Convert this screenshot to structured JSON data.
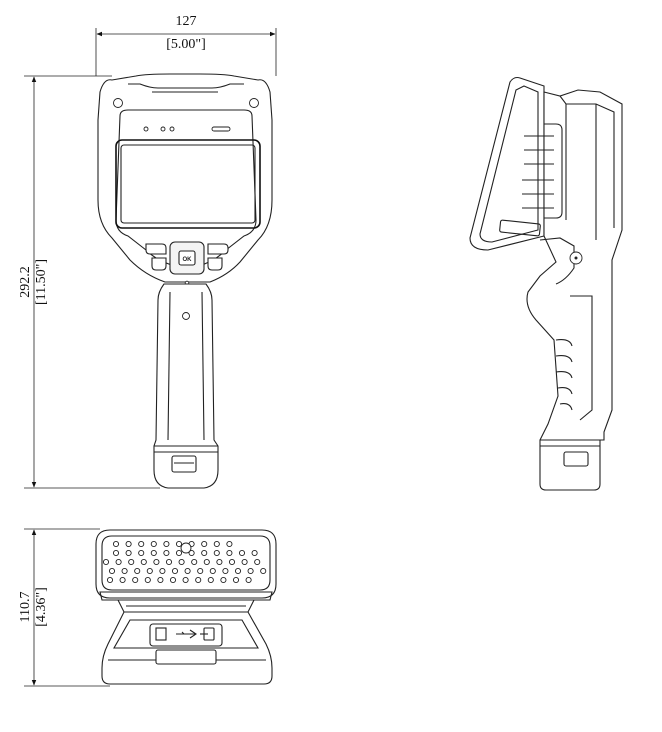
{
  "dimensions": {
    "width_mm": "127",
    "width_in": "[5.00\"]",
    "height_mm": "292.2",
    "height_in": "[11.50\"]",
    "depth_mm": "110.7",
    "depth_in": "[4.36\"]"
  },
  "buttons": {
    "ok_label": "OK"
  },
  "colors": {
    "line": "#222222",
    "background": "#ffffff"
  }
}
